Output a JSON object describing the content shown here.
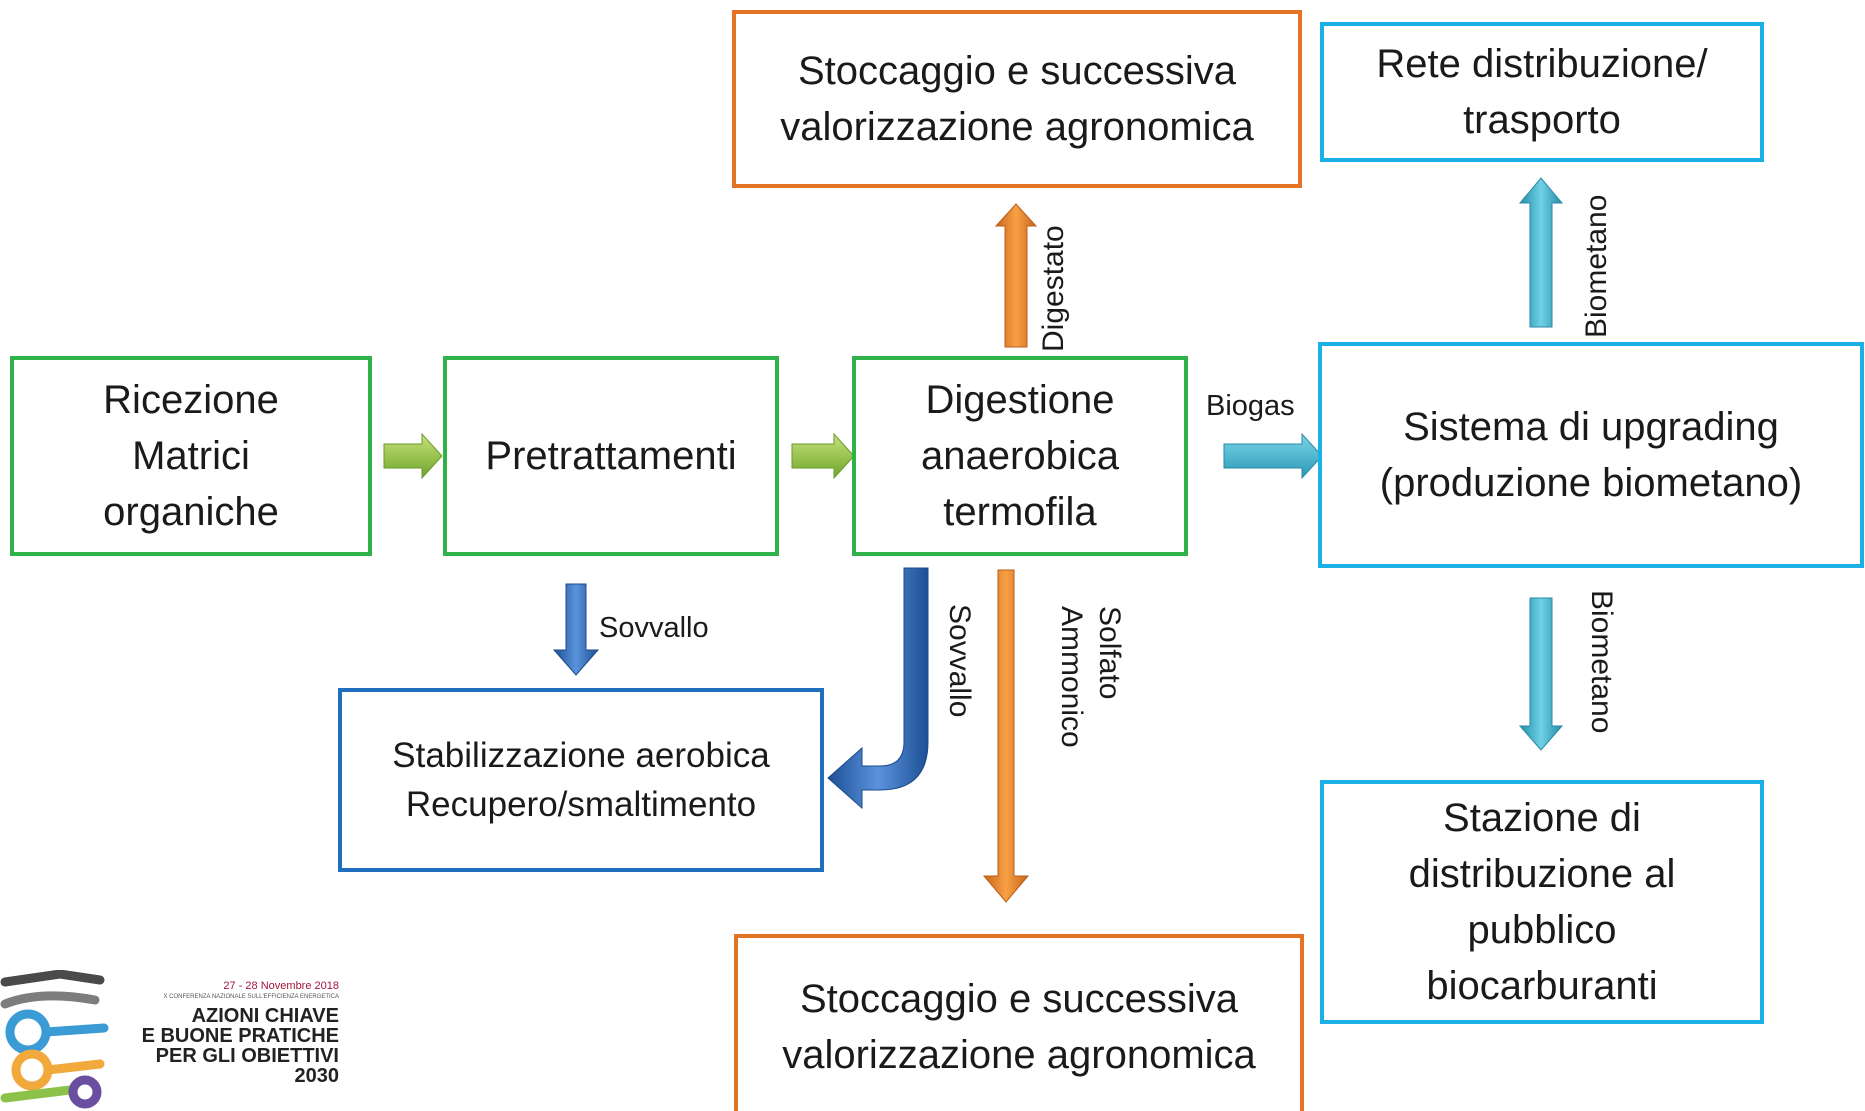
{
  "boxes": {
    "ricezione": "Ricezione\nMatrici\norganiche",
    "pretrattamenti": "Pretrattamenti",
    "digestione": "Digestione\nanaerobica\ntermofila",
    "stoccaggio_top": "Stoccaggio e successiva\nvalorizzazione agronomica",
    "rete": "Rete distribuzione/\ntrasporto",
    "upgrading": "Sistema di upgrading\n(produzione biometano)",
    "stabilizzazione": "Stabilizzazione aerobica\nRecupero/smaltimento",
    "stoccaggio_bottom": "Stoccaggio e successiva\nvalorizzazione agronomica",
    "stazione": "Stazione di\ndistribuzione al\npubblico\nbiocarburanti"
  },
  "labels": {
    "biogas": "Biogas",
    "digestato": "Digestato",
    "biometano_up": "Biometano",
    "biometano_down": "Biometano",
    "sovvallo_left": "Sovvallo",
    "sovvallo_right": "Sovvallo",
    "solfato": "Solfato\nAmmonico"
  },
  "logo": {
    "dates": "27 - 28 Novembre 2018",
    "conference": "X CONFERENZA NAZIONALE SULL'EFFICIENZA ENERGETICA",
    "line1": "AZIONI CHIAVE",
    "line2": "E BUONE PRATICHE",
    "line3": "PER GLI OBIETTIVI",
    "line4": "2030"
  },
  "colors": {
    "green_border": "#2fb24a",
    "orange_border": "#e27424",
    "blue_border": "#1f6fbe",
    "cyan_border": "#1bb1e6",
    "green_arrow": "#8dc63f",
    "orange_arrow": "#f0891f",
    "blue_arrow": "#2c6fc4",
    "teal_arrow": "#3cb4cf",
    "logo_red": "#a3143c"
  }
}
